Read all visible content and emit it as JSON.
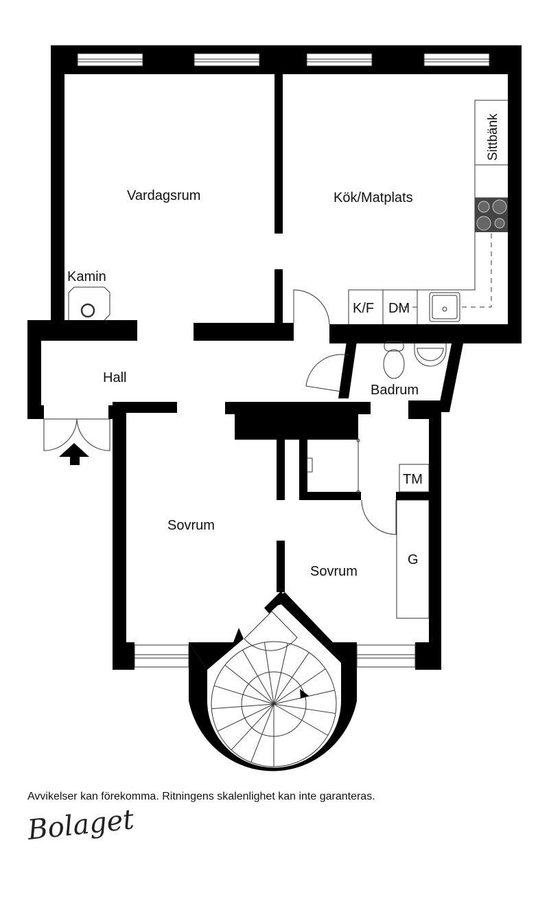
{
  "rooms": {
    "vardagsrum": "Vardagsrum",
    "kok": "Kök/Matplats",
    "kamin": "Kamin",
    "hall": "Hall",
    "badrum": "Badrum",
    "sovrum1": "Sovrum",
    "sovrum2": "Sovrum"
  },
  "fixtures": {
    "sittbank": "Sittbänk",
    "kf": "K/F",
    "dm": "DM",
    "tm": "TM",
    "g": "G"
  },
  "footer": {
    "disclaimer": "Avvikelser kan förekomma. Ritningens skalenlighet kan inte garanteras.",
    "logo": "Bolaget"
  }
}
